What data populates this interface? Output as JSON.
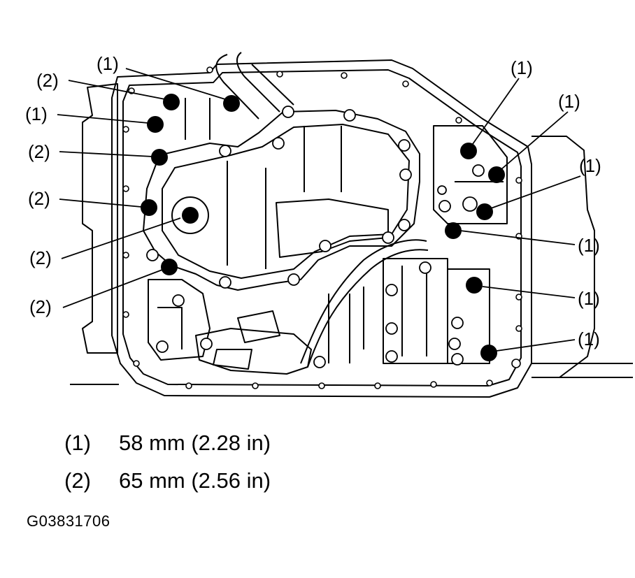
{
  "callouts": {
    "c1": "(1)",
    "c2": "(2)",
    "c3": "(1)",
    "c4": "(2)",
    "c5": "(2)",
    "c6": "(2)",
    "c7": "(2)",
    "c8": "(1)",
    "c9": "(1)",
    "c10": "(1)",
    "c11": "(1)",
    "c12": "(1)",
    "c13": "(1)"
  },
  "legend": [
    {
      "key": "(1)",
      "value": "58 mm (2.28 in)"
    },
    {
      "key": "(2)",
      "value": "65 mm (2.56 in)"
    }
  ],
  "figure_code": "G03831706",
  "colors": {
    "ink": "#000000",
    "paper": "#ffffff"
  }
}
